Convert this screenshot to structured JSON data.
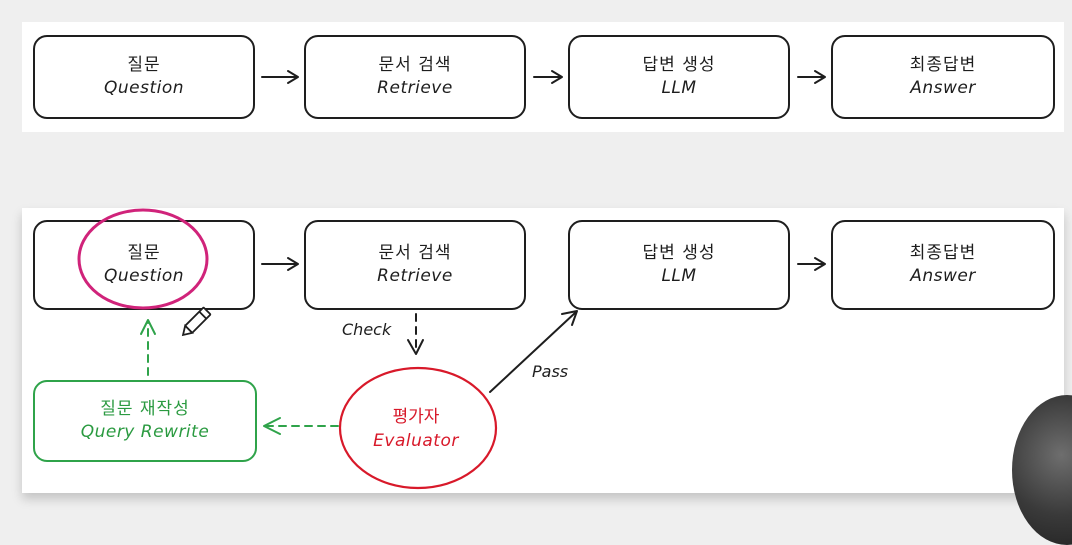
{
  "top_flow": {
    "question": {
      "ko": "질문",
      "en": "Question"
    },
    "retrieve": {
      "ko": "문서 검색",
      "en": "Retrieve"
    },
    "generate": {
      "ko": "답변 생성",
      "en": "LLM"
    },
    "answer": {
      "ko": "최종답변",
      "en": "Answer"
    }
  },
  "bottom_flow": {
    "question": {
      "ko": "질문",
      "en": "Question"
    },
    "retrieve": {
      "ko": "문서 검색",
      "en": "Retrieve"
    },
    "generate": {
      "ko": "답변 생성",
      "en": "LLM"
    },
    "answer": {
      "ko": "최종답변",
      "en": "Answer"
    },
    "rewrite": {
      "ko": "질문 재작성",
      "en": "Query Rewrite"
    },
    "evaluator": {
      "ko": "평가자",
      "en": "Evaluator"
    },
    "edge_labels": {
      "check": "Check",
      "pass": "Pass"
    }
  },
  "colors": {
    "stroke": "#1e1e1e",
    "highlight_circle": "#d0237a",
    "evaluator": "#d8192a",
    "rewrite": "#2fa34a"
  },
  "icons": [
    "pencil-icon"
  ]
}
